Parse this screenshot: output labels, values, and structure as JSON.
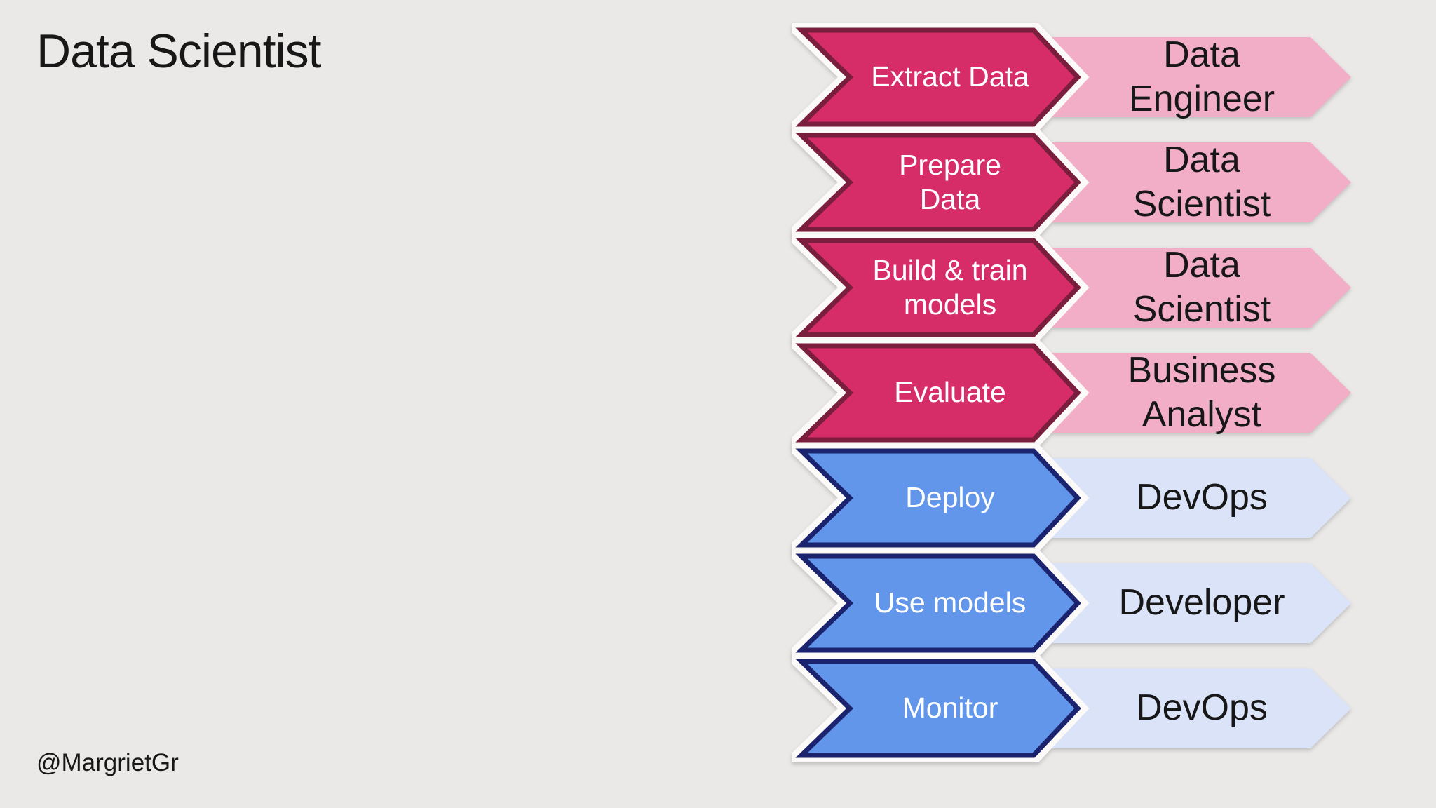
{
  "header": {
    "title": "Data Scientist"
  },
  "footer": {
    "handle": "@MargrietGr"
  },
  "colors": {
    "background": "#EAE9E7",
    "crimson": "#D62D68",
    "maroon": "#7A1E3E",
    "light_pink": "#F2AEC6",
    "blue": "#6196EB",
    "navy": "#1B236E",
    "lavender": "#DBE3F9",
    "text_dark": "#171717",
    "text_light": "#FFFFFF"
  },
  "diagram": {
    "rows": [
      {
        "step": "Extract Data",
        "role": "Data\nEngineer",
        "theme": "pink"
      },
      {
        "step": "Prepare\nData",
        "role": "Data\nScientist",
        "theme": "pink"
      },
      {
        "step": "Build & train\nmodels",
        "role": "Data\nScientist",
        "theme": "pink"
      },
      {
        "step": "Evaluate",
        "role": "Business\nAnalyst",
        "theme": "pink"
      },
      {
        "step": "Deploy",
        "role": "DevOps",
        "theme": "blue"
      },
      {
        "step": "Use models",
        "role": "Developer",
        "theme": "blue"
      },
      {
        "step": "Monitor",
        "role": "DevOps",
        "theme": "blue"
      }
    ]
  }
}
